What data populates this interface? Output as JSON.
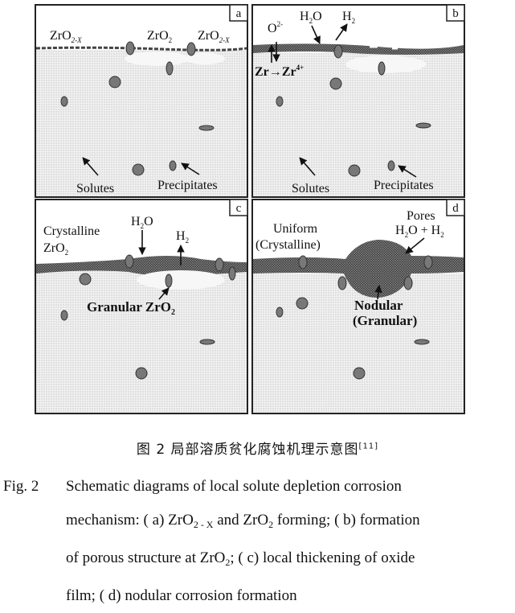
{
  "panels": {
    "a": {
      "letter": "a",
      "labels": {
        "zro2x_left": "ZrO",
        "zro2x_left_sub": "2-X",
        "zro2_mid": "ZrO",
        "zro2_mid_sub": "2",
        "zro2x_right": "ZrO",
        "zro2x_right_sub": "2-X",
        "solutes": "Solutes",
        "precipitates": "Precipitates"
      }
    },
    "b": {
      "letter": "b",
      "labels": {
        "o2": "O",
        "o2_sup": "2-",
        "h2o": "H",
        "h2o_sub": "2",
        "h2o_tail": "O",
        "h2": "H",
        "h2_sub": "2",
        "zr": "Zr",
        "zr_arrow": "→",
        "zr4": "Zr",
        "zr4_sup": "4+",
        "solutes": "Solutes",
        "precipitates": "Precipitates"
      }
    },
    "c": {
      "letter": "c",
      "labels": {
        "crystalline1": "Crystalline",
        "crystalline2": "ZrO",
        "crystalline2_sub": "2",
        "h2o": "H",
        "h2o_sub": "2",
        "h2o_tail": "O",
        "h2": "H",
        "h2_sub": "2",
        "granular": "Granular ZrO",
        "granular_sub": "2"
      }
    },
    "d": {
      "letter": "d",
      "labels": {
        "uniform1": "Uniform",
        "uniform2": "(Crystalline)",
        "pores": "Pores",
        "h2o_h2_a": "H",
        "h2o_h2_a_sub": "2",
        "h2o_h2_b": "O + H",
        "h2o_h2_b_sub": "2",
        "nodular1": "Nodular",
        "nodular2": "(Granular)"
      }
    }
  },
  "caption": {
    "cn_title": "图 2   局部溶质贫化腐蚀机理示意图",
    "cn_ref": "[11]",
    "en_figno": "Fig. 2",
    "en_line1": "Schematic diagrams of local solute depletion corrosion",
    "en_line2_a": "mechanism: ( a)  ZrO",
    "en_line2_sub1": "2 - X",
    "en_line2_b": " and ZrO",
    "en_line2_sub2": "2",
    "en_line2_c": " forming; ( b)  formation",
    "en_line3_a": "of porous structure at ZrO",
    "en_line3_sub": "2",
    "en_line3_b": "; ( c)  local thickening of oxide",
    "en_line4": "film; ( d)  nodular corrosion formation"
  }
}
